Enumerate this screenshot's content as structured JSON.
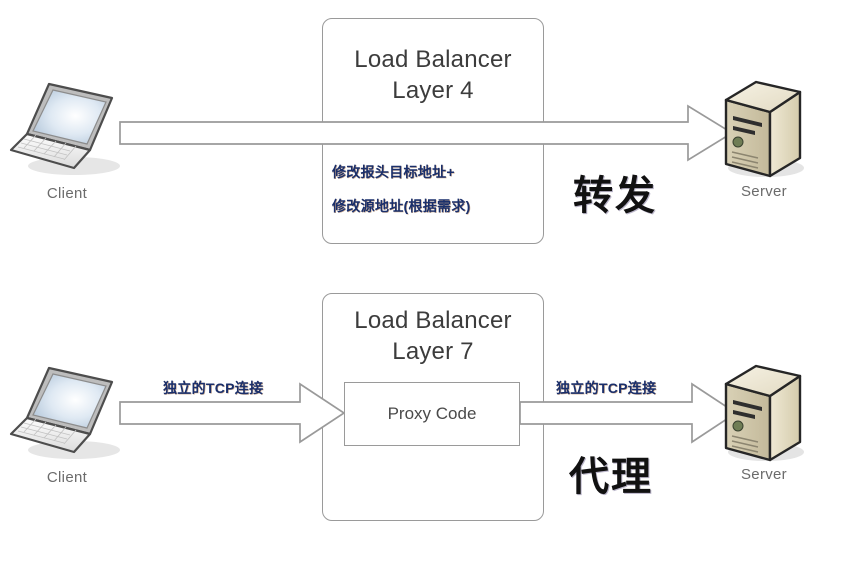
{
  "diagram": {
    "title": "Load Balancer Layer 4 vs Layer 7",
    "colors": {
      "box_border": "#9a9a9a",
      "arrow_fill": "#ffffff",
      "arrow_stroke": "#9a9a9a",
      "annotation_text": "#1a2f6b",
      "caption_text": "#6b6b6b",
      "server_body": "#e8e0c8",
      "server_front": "#cfc6ab",
      "laptop_screen": "#d7e2ee",
      "background": "#ffffff"
    }
  },
  "sections": [
    {
      "id": "layer4",
      "client": {
        "label": "Client",
        "icon": "laptop-icon"
      },
      "server": {
        "label": "Server",
        "icon": "server-tower-icon"
      },
      "balancer": {
        "title": "Load Balancer\nLayer 4",
        "notes": [
          "修改报头目标地址+",
          "修改源地址(根据需求)"
        ]
      },
      "mode_label": "转发",
      "arrows": [
        {
          "name": "client-to-server-arrow",
          "label": ""
        }
      ]
    },
    {
      "id": "layer7",
      "client": {
        "label": "Client",
        "icon": "laptop-icon"
      },
      "server": {
        "label": "Server",
        "icon": "server-tower-icon"
      },
      "balancer": {
        "title": "Load Balancer\nLayer 7",
        "inner_box": "Proxy Code",
        "notes": []
      },
      "mode_label": "代理",
      "arrows": [
        {
          "name": "client-to-proxy-arrow",
          "label": "独立的TCP连接"
        },
        {
          "name": "proxy-to-server-arrow",
          "label": "独立的TCP连接"
        }
      ]
    }
  ]
}
